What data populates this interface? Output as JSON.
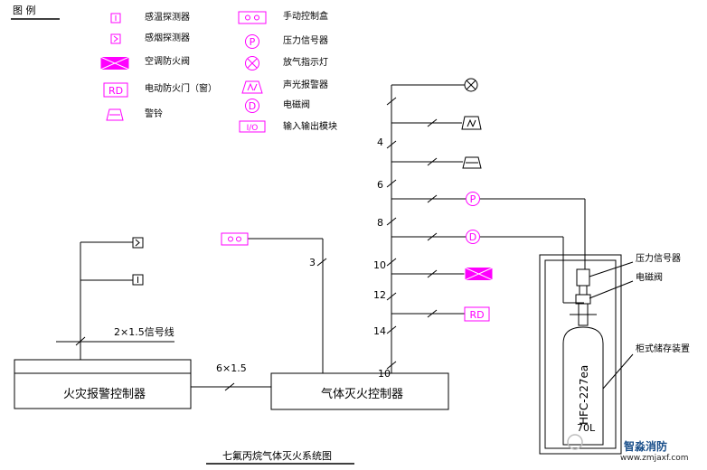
{
  "legend": {
    "title": "图 例",
    "items": [
      {
        "label": "感温探测器",
        "icon": "heat-detector-icon"
      },
      {
        "label": "感烟探测器",
        "icon": "smoke-detector-icon"
      },
      {
        "label": "空调防火阀",
        "icon": "fire-damper-icon"
      },
      {
        "label": "电动防火门（窗）",
        "icon": "fire-door-icon",
        "symbol": "RD"
      },
      {
        "label": "警铃",
        "icon": "alarm-bell-icon"
      },
      {
        "label": "手动控制盒",
        "icon": "manual-control-box-icon"
      },
      {
        "label": "压力信号器",
        "icon": "pressure-signal-icon",
        "symbol": "P"
      },
      {
        "label": "放气指示灯",
        "icon": "discharge-lamp-icon"
      },
      {
        "label": "声光报警器",
        "icon": "sound-light-alarm-icon"
      },
      {
        "label": "电磁阀",
        "icon": "solenoid-valve-icon",
        "symbol": "D"
      },
      {
        "label": "输入输出模块",
        "icon": "io-module-icon",
        "symbol": "I/O"
      }
    ]
  },
  "diagram": {
    "fire_alarm_controller": "火灾报警控制器",
    "gas_extinguishing_controller": "气体灭火控制器",
    "signal_line_label": "2×1.5信号线",
    "link_label": "6×1.5",
    "wire_counts": [
      "3",
      "4",
      "6",
      "8",
      "10",
      "12",
      "14",
      "10"
    ],
    "rd_symbol": "RD",
    "p_symbol": "P",
    "d_symbol": "D",
    "cabinet_labels": {
      "pressure_signal": "压力信号器",
      "solenoid_valve": "电磁阀",
      "storage_device": "柜式储存装置"
    },
    "cylinder_text": "HFC-227ea",
    "cylinder_volume": "70L",
    "caption": "七氟丙烷气体灭火系统图"
  },
  "watermark": {
    "brand": "智淼消防",
    "url": "www.zmjaxf.com"
  },
  "colors": {
    "symbol": "#ff00ff",
    "line": "#000000"
  }
}
